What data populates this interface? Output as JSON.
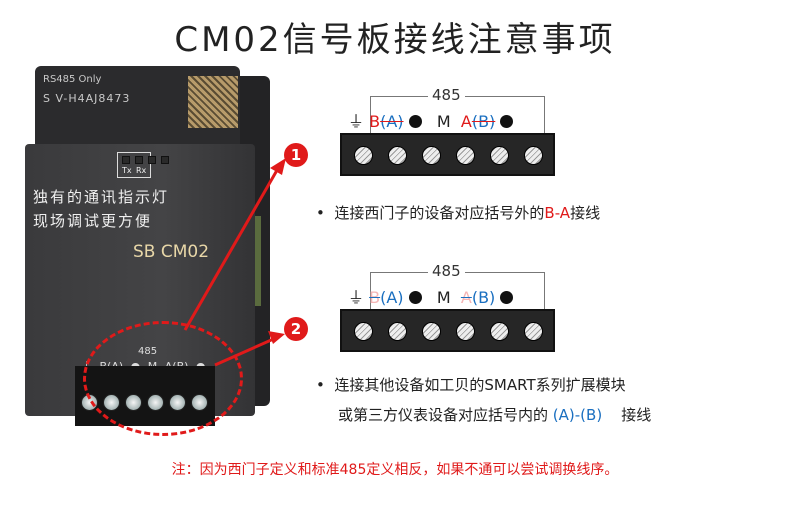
{
  "title": "CM02信号板接线注意事项",
  "device": {
    "label_line1": "RS485 Only",
    "label_line2": "S V-H4AJ8473",
    "led_tx": "Tx",
    "led_rx": "Rx",
    "feature_line1": "独有的通讯指示灯",
    "feature_line2": "现场调试更方便",
    "model": "SB CM02",
    "terminal_title": "485",
    "terminal_labels": [
      "⏚",
      "B(A)",
      "M",
      "A(B)"
    ]
  },
  "markers": [
    "1",
    "2"
  ],
  "diagram1": {
    "title": "485",
    "ground": "⏚",
    "b": "B",
    "a_struck": "(A)",
    "m": "M",
    "a": "A",
    "b_struck": "(B)"
  },
  "bullet1": {
    "symbol": "•",
    "text": "连接西门子的设备对应括号外的",
    "highlight": "B-A",
    "suffix": "接线"
  },
  "diagram2": {
    "title": "485",
    "ground": "⏚",
    "b_struck": "B",
    "a": "(A)",
    "m": "M",
    "a_struck": "A",
    "b": "(B)"
  },
  "bullet2": {
    "symbol": "•",
    "line1": "连接其他设备如工贝的SMART系列扩展模块",
    "line2": "或第三方仪表设备对应括号内的",
    "highlight": "(A)-(B)",
    "suffix": "接线"
  },
  "note": "注：因为西门子定义和标准485定义相反，如果不通可以尝试调换线序。",
  "colors": {
    "accent": "#e01a1a",
    "blue": "#1a6fc0"
  }
}
